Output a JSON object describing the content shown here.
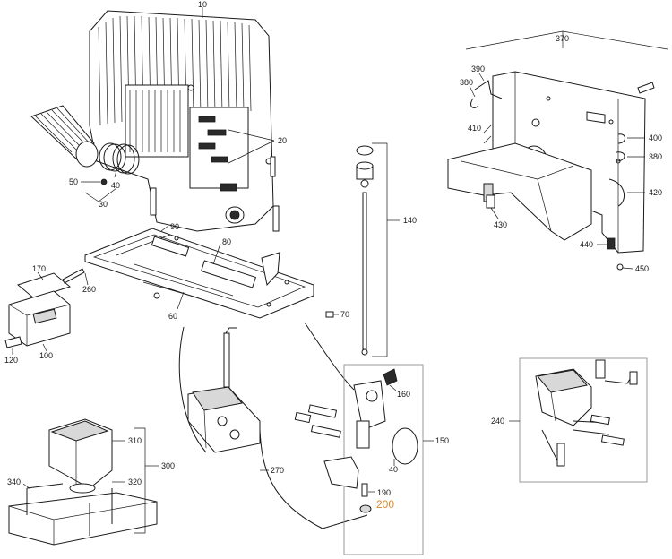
{
  "labels": {
    "l10": "10",
    "l20": "20",
    "l30": "30",
    "l40a": "40",
    "l50": "50",
    "l60": "60",
    "l70": "70",
    "l80": "80",
    "l90": "90",
    "l100": "100",
    "l120": "120",
    "l140": "140",
    "l150": "150",
    "l160": "160",
    "l170": "170",
    "l190": "190",
    "l200": "200",
    "l240": "240",
    "l260": "260",
    "l270": "270",
    "l300": "300",
    "l310": "310",
    "l320": "320",
    "l340": "340",
    "l370": "370",
    "l380a": "380",
    "l380b": "380",
    "l390": "390",
    "l400": "400",
    "l410": "410",
    "l420": "420",
    "l430": "430",
    "l440": "440",
    "l450": "450",
    "l40b": "40"
  },
  "highlight_color": "#d98a2b"
}
